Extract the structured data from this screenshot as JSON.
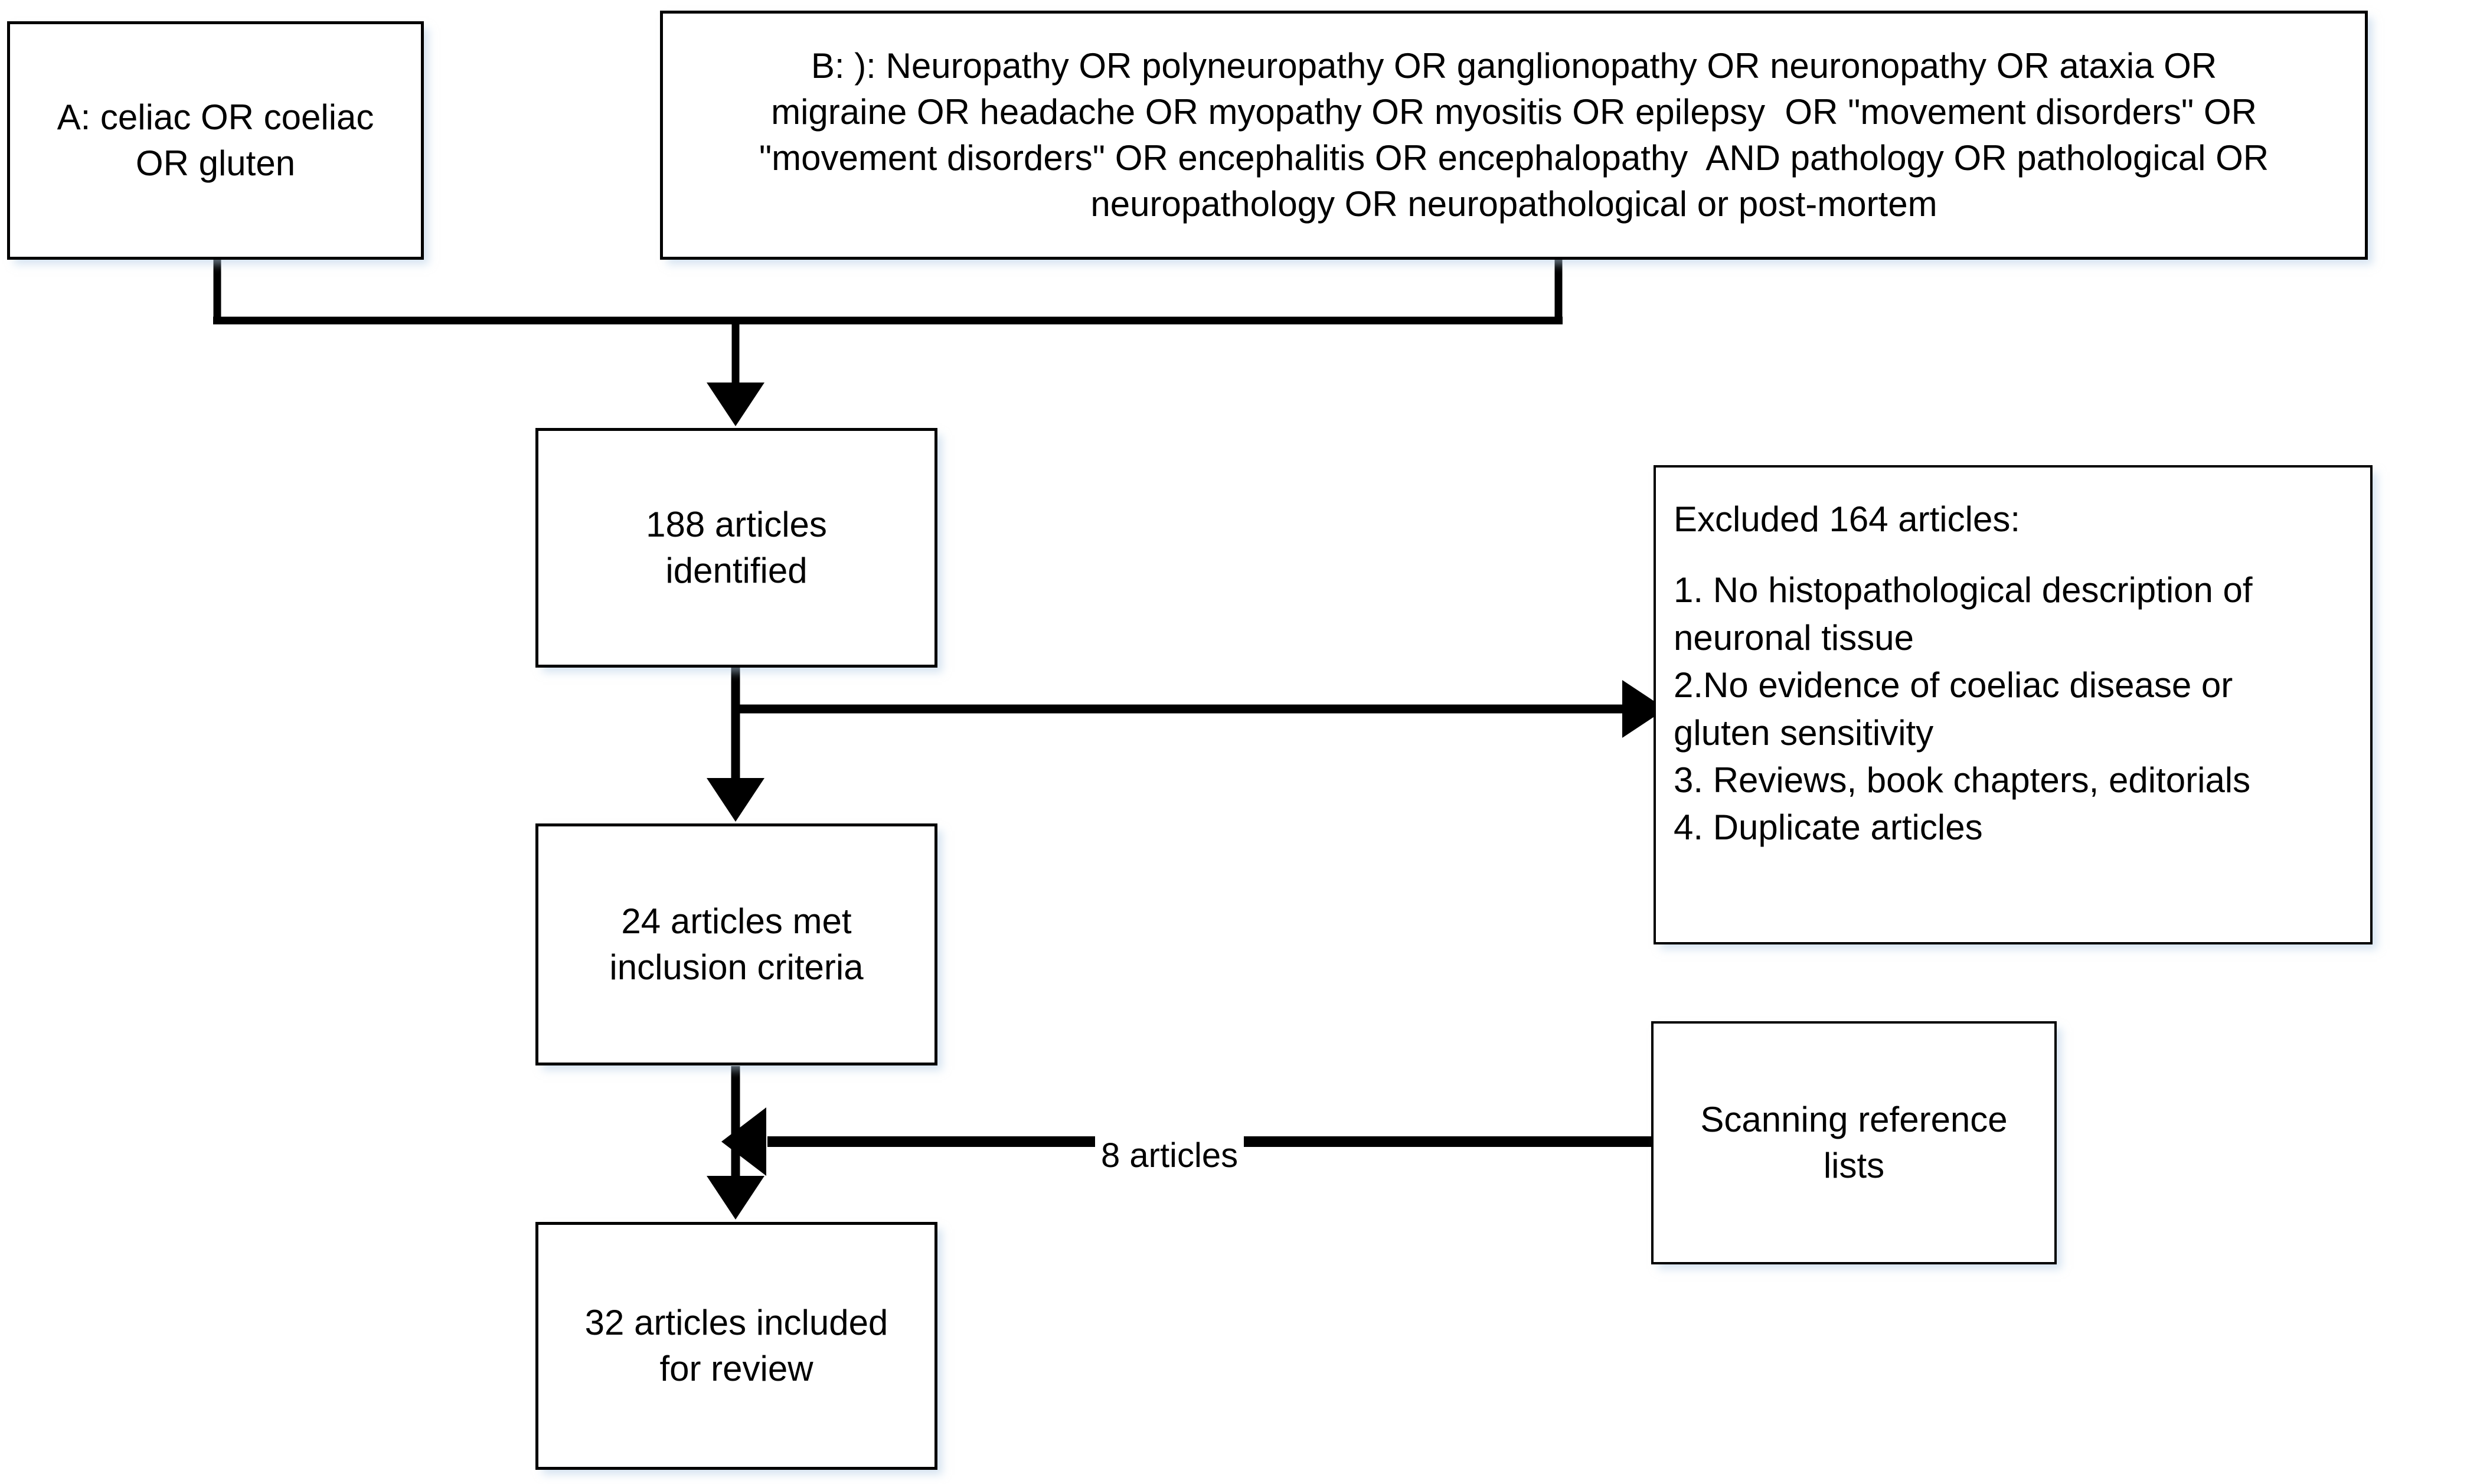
{
  "diagram": {
    "title": "Article selection flow diagram",
    "line_color": "#000000",
    "box_fill": "#ffffff",
    "box_border": "#000000"
  },
  "nodes": {
    "search_a": {
      "id": "A",
      "text": "A: celiac OR coeliac\nOR gluten"
    },
    "search_b": {
      "id": "B",
      "text": "B: ): Neuropathy OR polyneuropathy OR ganglionopathy OR neuronopathy OR ataxia OR\nmigraine OR headache OR myopathy OR myositis OR epilepsy  OR \"movement disorders\" OR\n\"movement disorders\" OR encephalitis OR encephalopathy  AND pathology OR pathological OR\nneuropathology OR neuropathological or post-mortem"
    },
    "identified": {
      "count": "188",
      "text": "188 articles\nidentified"
    },
    "excluded": {
      "count": "164",
      "heading": "Excluded 164 articles:",
      "reasons": [
        "1. No histopathological description of neuronal tissue",
        "2.No evidence of coeliac disease or gluten sensitivity",
        "3. Reviews, book chapters, editorials",
        "4. Duplicate articles"
      ],
      "text": "1. No histopathological description of\nneuronal tissue\n2.No evidence of coeliac disease or\ngluten sensitivity\n3. Reviews, book chapters, editorials\n4. Duplicate articles"
    },
    "met_criteria": {
      "count": "24",
      "text": "24 articles met\ninclusion criteria"
    },
    "scanning": {
      "text": "Scanning reference\nlists"
    },
    "included": {
      "count": "32",
      "text": "32 articles included\nfor review"
    }
  },
  "edges": {
    "scanning_to_included_label": "8 articles"
  }
}
